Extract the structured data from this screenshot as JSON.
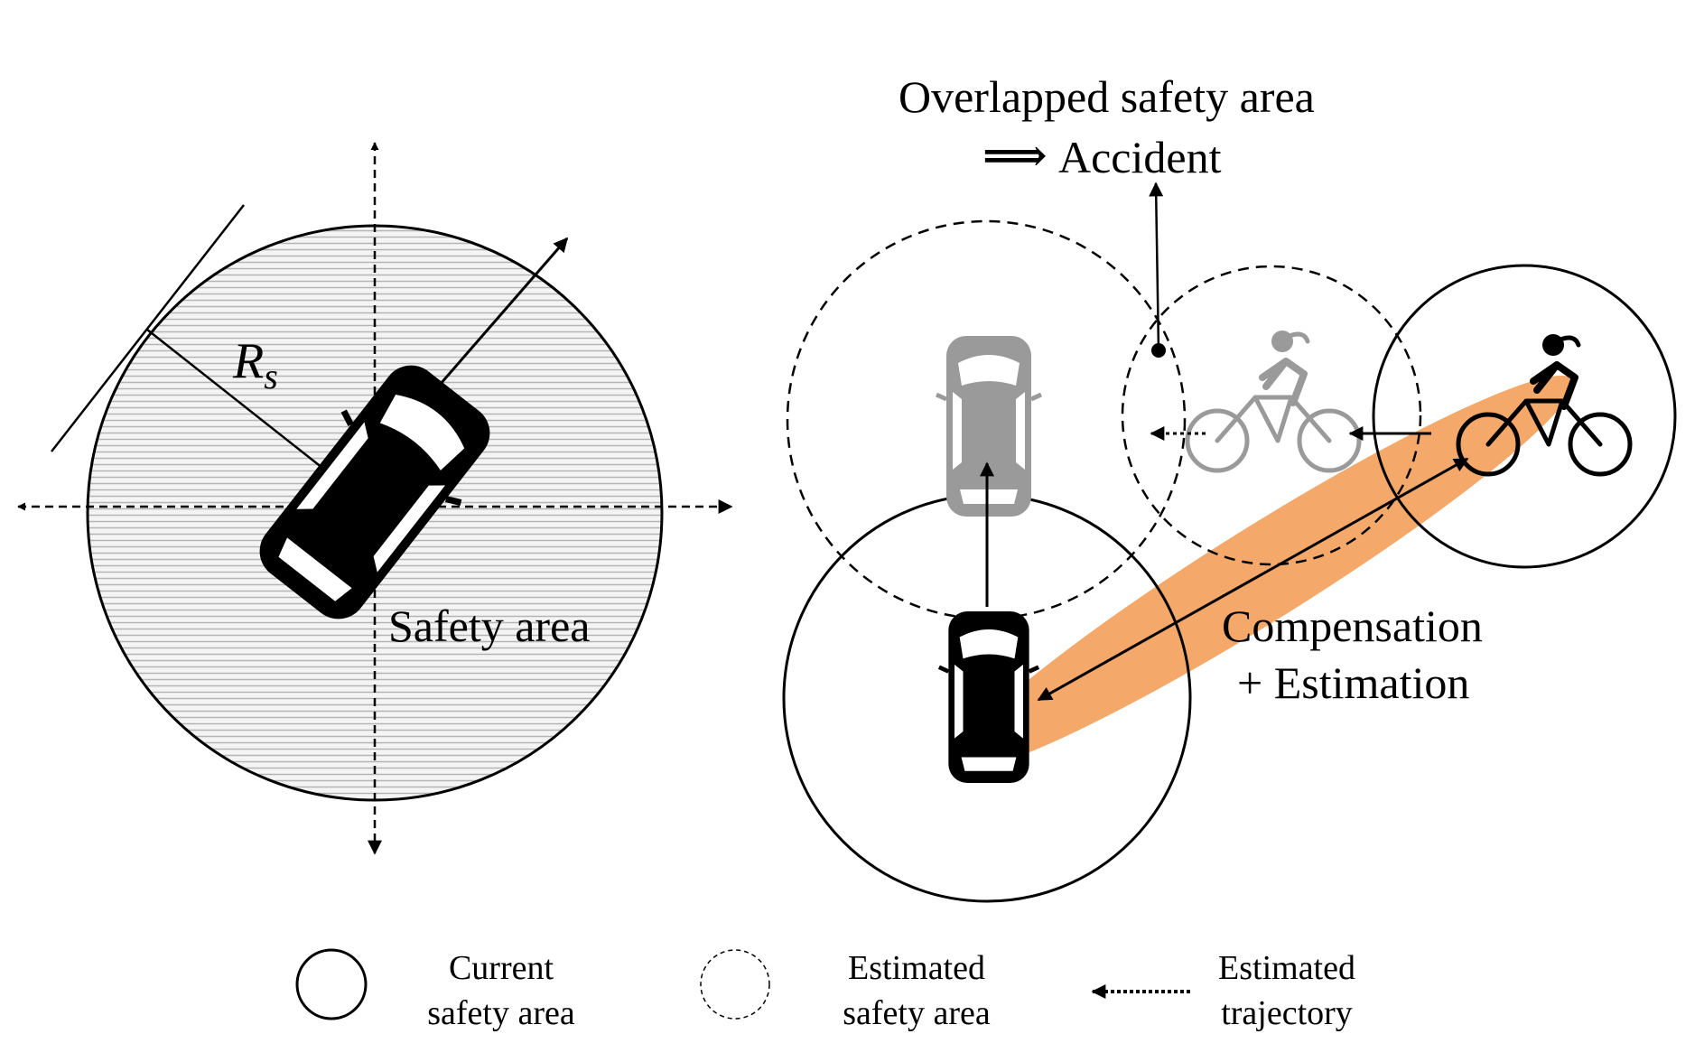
{
  "labels": {
    "radius_symbol": "R",
    "radius_subscript": "s",
    "safety_area": "Safety area",
    "overlapped": "Overlapped safety area",
    "accident_arrow": "⟹",
    "accident": "Accident",
    "compensation": "Compensation",
    "estimation": "+ Estimation"
  },
  "legend": [
    {
      "line1": "Current",
      "line2": "safety area"
    },
    {
      "line1": "Estimated",
      "line2": "safety area"
    },
    {
      "line1": "Estimated",
      "line2": "trajectory"
    }
  ],
  "colors": {
    "ink": "#000000",
    "ghost_vehicle": "#9a9a9a",
    "uncertainty_ellipse": "#f4a86a",
    "hatch": "#b5b5b5"
  },
  "icons": [
    "car-icon",
    "bicycle-icon"
  ]
}
